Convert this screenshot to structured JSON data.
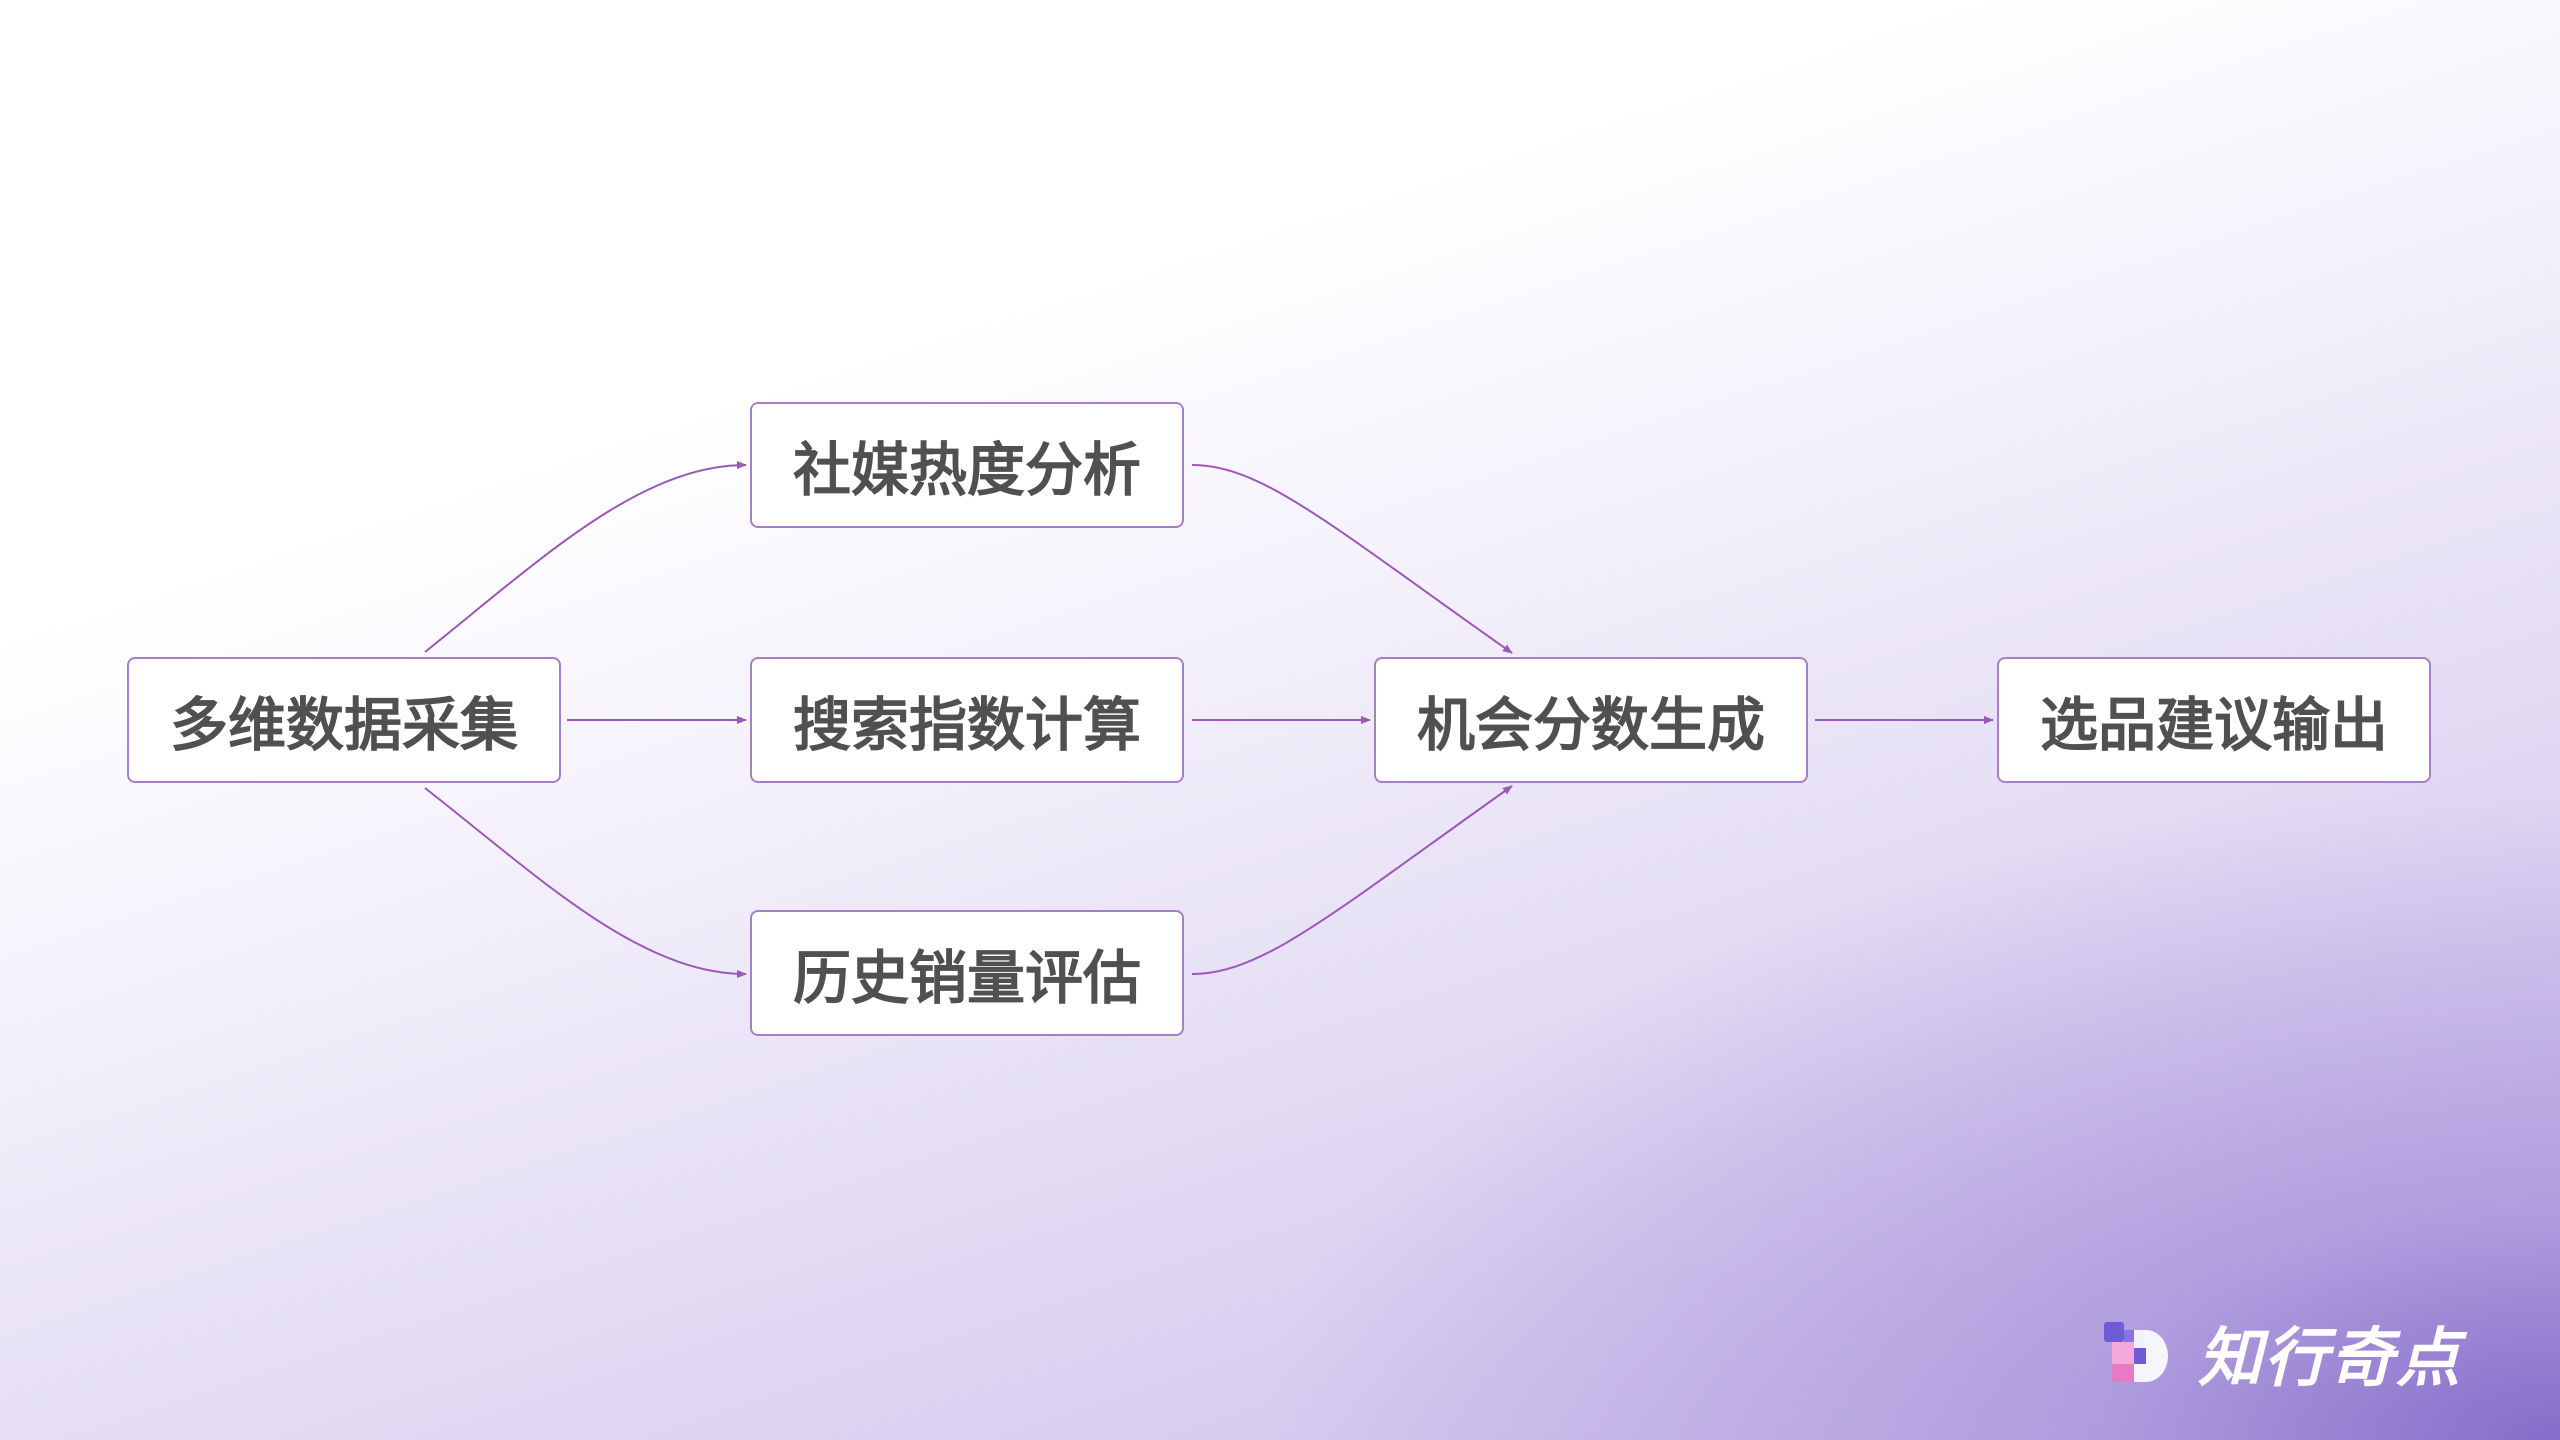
{
  "diagram": {
    "nodes": [
      {
        "id": "collect",
        "label": "多维数据采集"
      },
      {
        "id": "social",
        "label": "社媒热度分析"
      },
      {
        "id": "search",
        "label": "搜索指数计算"
      },
      {
        "id": "sales",
        "label": "历史销量评估"
      },
      {
        "id": "score",
        "label": "机会分数生成"
      },
      {
        "id": "output",
        "label": "选品建议输出"
      }
    ],
    "edges": [
      {
        "from": "collect",
        "to": "social"
      },
      {
        "from": "collect",
        "to": "search"
      },
      {
        "from": "collect",
        "to": "sales"
      },
      {
        "from": "social",
        "to": "score"
      },
      {
        "from": "search",
        "to": "score"
      },
      {
        "from": "sales",
        "to": "score"
      },
      {
        "from": "score",
        "to": "output"
      }
    ],
    "edge_color": "#9b59b6",
    "node_border_color": "#a77fc6",
    "node_text_color": "#505050"
  },
  "brand": {
    "name": "知行奇点",
    "mark_colors": [
      "#6f5bd6",
      "#e87ac5",
      "#f3a9d9",
      "#ffffff"
    ]
  }
}
